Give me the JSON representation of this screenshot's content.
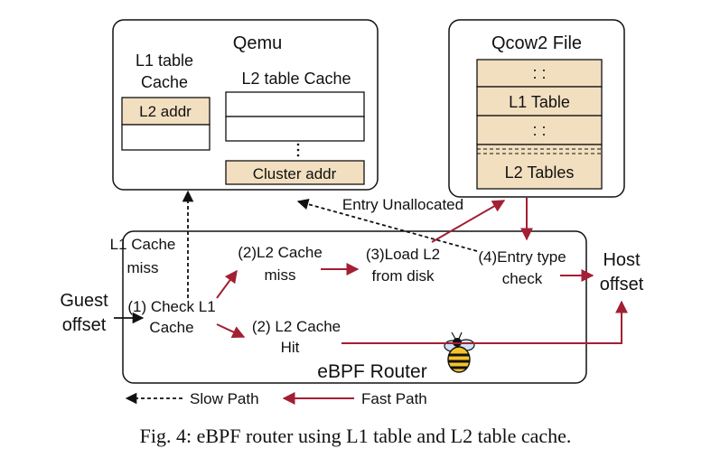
{
  "qemu": {
    "title": "Qemu",
    "l1_cache_title_line1": "L1 table",
    "l1_cache_title_line2": "Cache",
    "l1_cell": "L2 addr",
    "l2_cache_title": "L2 table Cache",
    "l2_cell": "Cluster addr"
  },
  "qcow2": {
    "title": "Qcow2 File",
    "rows": [
      ": :",
      "L1 Table",
      ": :",
      "L2 Tables"
    ]
  },
  "router": {
    "title": "eBPF Router",
    "steps": {
      "check_l1_line1": "(1) Check L1",
      "check_l1_line2": "Cache",
      "l2_miss_line1": "(2)L2 Cache",
      "l2_miss_line2": "miss",
      "load_l2_line1": "(3)Load L2",
      "load_l2_line2": "from disk",
      "entry_check_line1": "(4)Entry type",
      "entry_check_line2": "check",
      "l2_hit_line1": "(2) L2 Cache",
      "l2_hit_line2": "Hit"
    }
  },
  "labels": {
    "l1_miss_line1": "L1 Cache",
    "l1_miss_line2": "miss",
    "entry_unallocated": "Entry Unallocated",
    "guest_line1": "Guest",
    "guest_line2": "offset",
    "host_line1": "Host",
    "host_line2": "offset"
  },
  "legend": {
    "slow_path": "Slow Path",
    "fast_path": "Fast Path"
  },
  "caption": "Fig. 4: eBPF router using L1 table and L2 table cache.",
  "colors": {
    "fast_path": "#a31f34",
    "slow_path": "#111111",
    "cell_fill": "#f2dfc0"
  },
  "icons": [
    "bee-icon"
  ]
}
